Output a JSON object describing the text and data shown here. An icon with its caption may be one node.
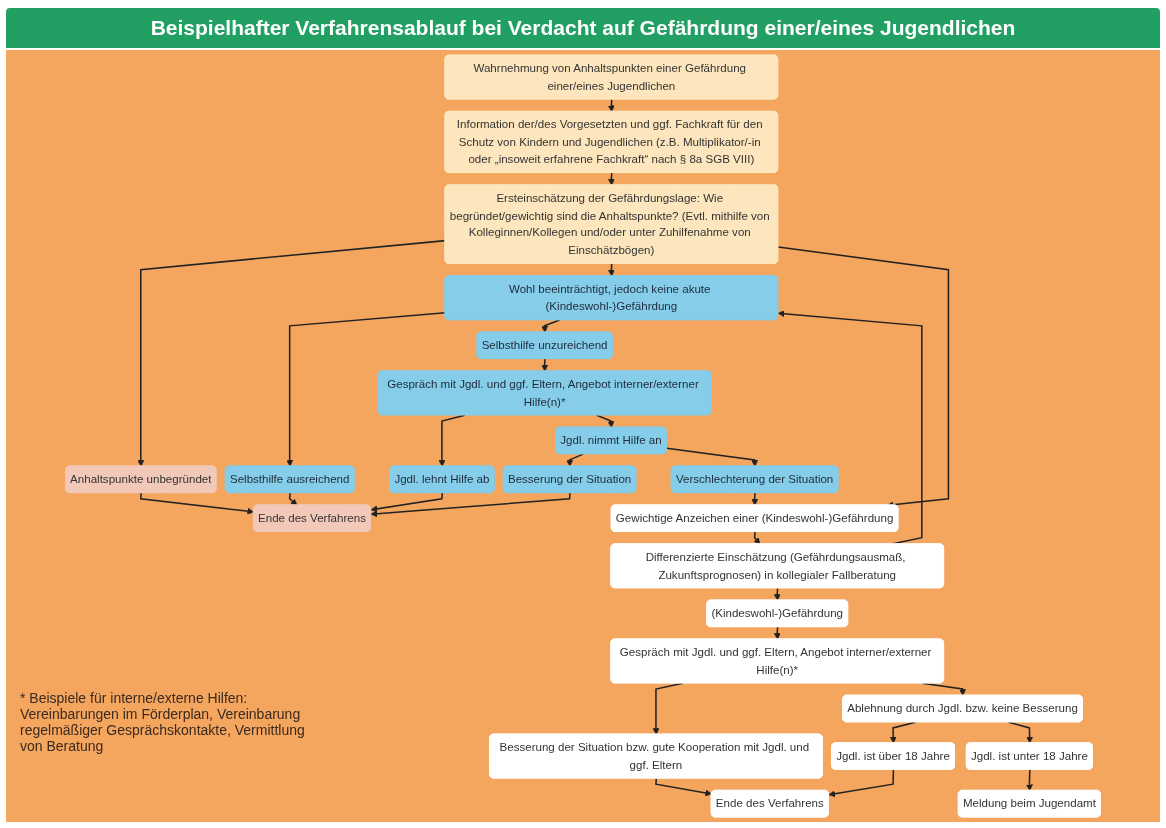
{
  "diagram": {
    "title": "Beispielhafter Verfahrensablauf bei Verdacht auf Gefährdung einer/eines Jugendlichen",
    "nodes": [
      {
        "text": [
          "Wahrnehmung von Anhaltspunkten einer Gefährdung einer/eines Jugendlichen"
        ]
      },
      {
        "text": [
          "Information der/des Vorgesetzten und ggf. Fachkraft für den Schutz von Kindern und Jugendlichen (z.B. Multiplikator/-in oder „insoweit erfahrene Fachkraft“ nach § 8a SGB VIII)"
        ]
      },
      {
        "text": [
          "Ersteinschätzung der Gefährdungslage: Wie begründet/gewichtig sind die Anhaltspunkte? (Evtl. mithilfe von Kolleginnen/Kollegen und/oder unter Zuhilfenahme von Einschätzbögen)"
        ]
      },
      {
        "text": [
          "Anhaltspunkte unbegründet"
        ]
      },
      {
        "text": [
          "Wohl beeinträchtigt, jedoch keine akute (Kindeswohl-)Gefährdung"
        ]
      },
      {
        "text": [
          "Gewichtige Anzeichen einer (Kindeswohl-)Gefährdung"
        ]
      },
      {
        "text": [
          "Selbsthilfe ausreichend"
        ]
      },
      {
        "text": [
          "Selbsthilfe unzureichend"
        ]
      },
      {
        "text": [
          "Differenzierte Einschätzung (Gefährdungsausmaß, Zukunftsprognosen) in kollegialer Fallberatung"
        ]
      },
      {
        "text": [
          "Ende des Verfahrens"
        ]
      },
      {
        "text": [
          "Gespräch mit Jgdl. und ggf. Eltern, Angebot interner/externer Hilfe(n)*"
        ]
      },
      {
        "text": [
          "(Kindeswohl-)Gefährdung"
        ]
      },
      {
        "text": [
          "Jgdl. lehnt Hilfe ab"
        ]
      },
      {
        "text": [
          "Jgdl. nimmt Hilfe an"
        ]
      },
      {
        "text": [
          "Gespräch mit Jgdl. und ggf. Eltern, Angebot interner/externer Hilfe(n)*"
        ]
      },
      {
        "text": [
          "Besserung der Situation"
        ]
      },
      {
        "text": [
          "Verschlechterung der Situation"
        ]
      },
      {
        "text": [
          "Besserung der Situation bzw. gute Kooperation mit Jgdl. und ggf. Eltern"
        ]
      },
      {
        "text": [
          "Ablehnung durch Jgdl. bzw. keine Besserung"
        ]
      },
      {
        "text": [
          "Jgdl. ist über 18 Jahre"
        ]
      },
      {
        "text": [
          "Jgdl. ist unter 18 Jahre"
        ]
      },
      {
        "text": [
          "Ende des Verfahrens"
        ]
      },
      {
        "text": [
          "Meldung beim Jugendamt"
        ]
      }
    ],
    "edges": [
      {
        "from": 0,
        "to": 1,
        "arrow": "to"
      },
      {
        "from": 1,
        "to": 2,
        "arrow": "to"
      },
      {
        "from": 2,
        "to": 3,
        "arrow": "to"
      },
      {
        "from": 2,
        "to": 4,
        "arrow": "to"
      },
      {
        "from": 2,
        "to": 5,
        "arrow": "to"
      },
      {
        "from": 3,
        "to": 9,
        "arrow": "to"
      },
      {
        "from": 4,
        "to": 6,
        "arrow": "to"
      },
      {
        "from": 4,
        "to": 7,
        "arrow": "to"
      },
      {
        "from": 6,
        "to": 9,
        "arrow": "to"
      },
      {
        "from": 7,
        "to": 10,
        "arrow": "to"
      },
      {
        "from": 5,
        "to": 8,
        "arrow": "to"
      },
      {
        "from": 8,
        "to": 4,
        "arrow": "to"
      },
      {
        "from": 8,
        "to": 11,
        "arrow": "to"
      },
      {
        "from": 10,
        "to": 12,
        "arrow": "to"
      },
      {
        "from": 10,
        "to": 13,
        "arrow": "to"
      },
      {
        "from": 12,
        "to": 9,
        "arrow": "to"
      },
      {
        "from": 13,
        "to": 15,
        "arrow": "to"
      },
      {
        "from": 13,
        "to": 16,
        "arrow": "to"
      },
      {
        "from": 15,
        "to": 9,
        "arrow": "to"
      },
      {
        "from": 16,
        "to": 5,
        "arrow": "to"
      },
      {
        "from": 11,
        "to": 14,
        "arrow": "to"
      },
      {
        "from": 14,
        "to": 17,
        "arrow": "to"
      },
      {
        "from": 14,
        "to": 18,
        "arrow": "to"
      },
      {
        "from": 17,
        "to": 21,
        "arrow": "to"
      },
      {
        "from": 18,
        "to": 19,
        "arrow": "to"
      },
      {
        "from": 18,
        "to": 20,
        "arrow": "to"
      },
      {
        "from": 19,
        "to": 21,
        "arrow": "to"
      },
      {
        "from": 20,
        "to": 22,
        "arrow": "to"
      }
    ],
    "labels": [
      "* Beispiele für interne/externe Hilfen: Vereinbarungen im Förderplan, Vereinbarung regelmäßiger Gesprächskontakte, Vermittlung von Beratung"
    ]
  }
}
